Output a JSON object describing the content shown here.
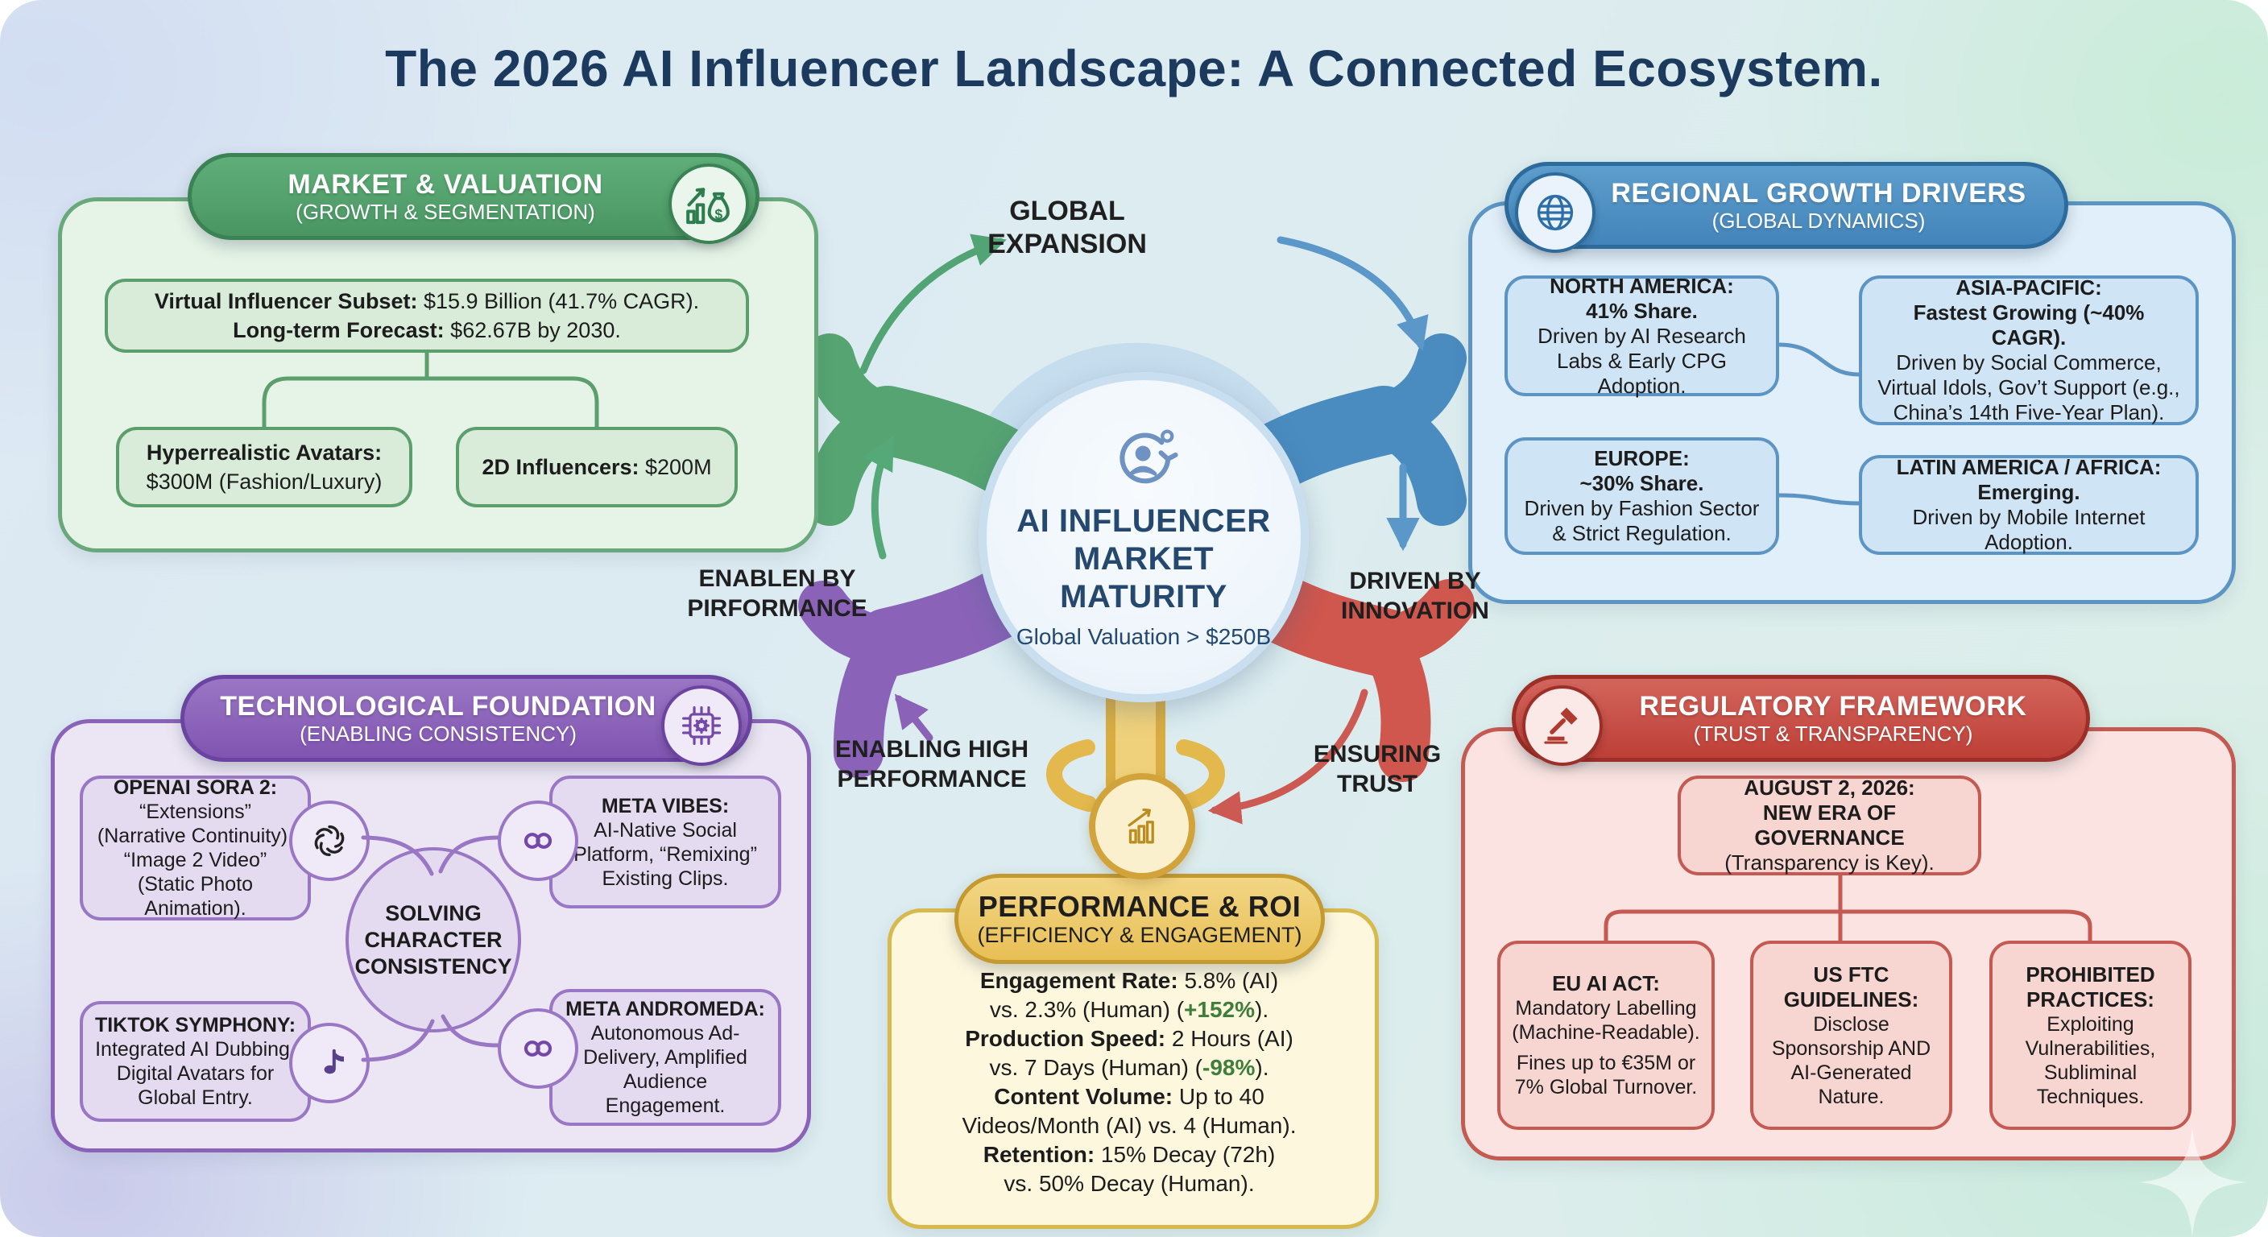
{
  "title": "The 2026 AI Influencer Landscape: A Connected Ecosystem.",
  "palette": {
    "green": "#4f9c68",
    "blue": "#4a8bbf",
    "purple": "#8659b5",
    "red": "#c2443c",
    "yellow": "#e3b94e",
    "navy": "#1b3a5e",
    "metric_green": "#3e7d3a",
    "ink": "#1c1c1c"
  },
  "hub": {
    "icon": "ai-person-cycle-icon",
    "title_lines": [
      "AI INFLUENCER",
      "MARKET",
      "MATURITY"
    ],
    "subtitle": "Global Valuation > $250B"
  },
  "flow_labels": {
    "global_expansion": [
      "GLOBAL",
      "EXPANSION"
    ],
    "enabled_by_performance": [
      "ENABLEN BY",
      "PIRFORMANCE"
    ],
    "driven_by_innovation": [
      "DRIVEN BY",
      "INNOVATION"
    ],
    "enabling_high_performance": [
      "ENABLING HIGH",
      "PERFORMANCE"
    ],
    "ensuring_trust": [
      "ENSURING",
      "TRUST"
    ]
  },
  "sections": {
    "market": {
      "header": {
        "title": "MARKET & VALUATION",
        "subtitle": "(GROWTH & SEGMENTATION)",
        "icon": "growth-chart-money-icon"
      },
      "main_box": {
        "line1_label": "Virtual Influencer Subset:",
        "line1_value": " $15.9 Billion (41.7% CAGR).",
        "line2_label": "Long-term Forecast:",
        "line2_value": " $62.67B by 2030."
      },
      "sub_boxes": [
        {
          "label": "Hyperrealistic Avatars:",
          "value": "$300M (Fashion/Luxury)"
        },
        {
          "label": "2D Influencers:",
          "value": " $200M"
        }
      ]
    },
    "regional": {
      "header": {
        "title": "REGIONAL GROWTH DRIVERS",
        "subtitle": "(GLOBAL DYNAMICS)",
        "icon": "globe-icon"
      },
      "boxes": [
        {
          "title": "NORTH AMERICA:",
          "stat": "41% Share.",
          "body": "Driven by AI Research Labs & Early CPG Adoption."
        },
        {
          "title": "ASIA-PACIFIC:",
          "stat": "Fastest Growing (~40% CAGR).",
          "body": "Driven by Social Commerce, Virtual Idols, Gov’t Support (e.g., China’s 14th Five-Year Plan)."
        },
        {
          "title": "EUROPE:",
          "stat": "~30% Share.",
          "body": "Driven by Fashion Sector & Strict Regulation."
        },
        {
          "title": "LATIN AMERICA / AFRICA:",
          "stat": "Emerging.",
          "body": "Driven by Mobile Internet Adoption."
        }
      ]
    },
    "tech": {
      "header": {
        "title": "TECHNOLOGICAL FOUNDATION",
        "subtitle": "(ENABLING CONSISTENCY)",
        "icon": "chip-icon"
      },
      "center_ellipse": [
        "SOLVING",
        "CHARACTER",
        "CONSISTENCY"
      ],
      "boxes": [
        {
          "title": "OPENAI SORA 2:",
          "body": "“Extensions” (Narrative Continuity), “Image 2 Video” (Static Photo Animation).",
          "icon": "openai-icon"
        },
        {
          "title": "META VIBES:",
          "body": "AI-Native Social Platform, “Remixing” Existing Clips.",
          "icon": "meta-infinity-icon"
        },
        {
          "title": "TIKTOK SYMPHONY:",
          "body": "Integrated AI Dubbing, Digital Avatars for Global Entry.",
          "icon": "tiktok-note-icon"
        },
        {
          "title": "META ANDROMEDA:",
          "body": "Autonomous Ad-Delivery, Amplified Audience Engagement.",
          "icon": "meta-infinity-icon"
        }
      ]
    },
    "performance": {
      "header": {
        "title": "PERFORMANCE & ROI",
        "subtitle": "(EFFICIENCY & ENGAGEMENT)",
        "icon": "bar-chart-icon"
      },
      "metrics": [
        {
          "label": "Engagement Rate:",
          "value": " 5.8% (AI)",
          "line2_pre": "vs. 2.3% (Human) (",
          "line2_green": "+152%",
          "line2_post": ")."
        },
        {
          "label": "Production Speed:",
          "value": " 2 Hours (AI)",
          "line2_pre": "vs. 7 Days (Human) (",
          "line2_green": "-98%",
          "line2_post": ")."
        },
        {
          "label": "Content Volume:",
          "value": " Up to 40",
          "line2_pre": "Videos/Month (AI) vs. 4 (Human).",
          "line2_green": "",
          "line2_post": ""
        },
        {
          "label": "Retention:",
          "value": " 15% Decay (72h)",
          "line2_pre": "vs. 50% Decay (Human).",
          "line2_green": "",
          "line2_post": ""
        }
      ]
    },
    "regulatory": {
      "header": {
        "title": "REGULATORY FRAMEWORK",
        "subtitle": "(TRUST & TRANSPARENCY)",
        "icon": "gavel-icon"
      },
      "top_box": {
        "line1": "AUGUST 2, 2026:",
        "line2": "NEW ERA OF GOVERNANCE",
        "line3": "(Transparency is Key)."
      },
      "boxes": [
        {
          "title": "EU AI ACT:",
          "body1": "Mandatory Labelling (Machine-Readable).",
          "body2": "Fines up to €35M or 7% Global Turnover."
        },
        {
          "title": "US FTC GUIDELINES:",
          "body1": "Disclose Sponsorship AND AI-Generated Nature.",
          "body2": ""
        },
        {
          "title": "PROHIBITED PRACTICES:",
          "body1": "Exploiting Vulnerabilities, Subliminal Techniques.",
          "body2": ""
        }
      ]
    }
  }
}
